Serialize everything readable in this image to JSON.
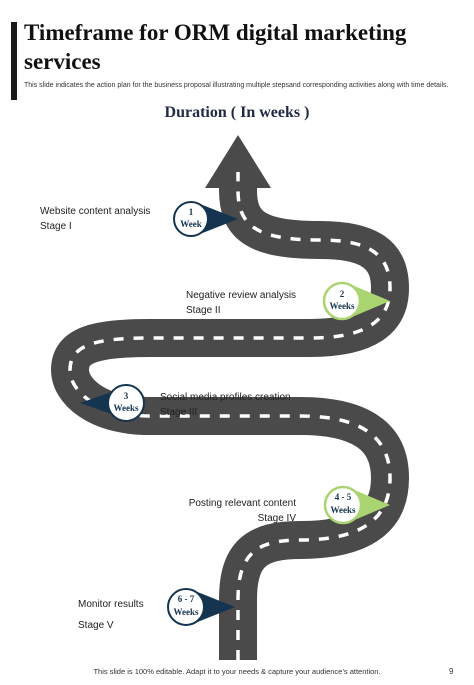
{
  "header": {
    "title": "Timeframe for ORM digital marketing services",
    "subtitle": "This slide indicates the action plan for the business proposal illustrating multiple stepsand corresponding activities along with time details."
  },
  "section_heading": "Duration ( In weeks )",
  "stages": [
    {
      "activity": "Website content analysis",
      "stage": "Stage I",
      "duration_line1": "1",
      "duration_line2": "Week",
      "marker_color": "#14344f"
    },
    {
      "activity": "Negative review analysis",
      "stage": "Stage II",
      "duration_line1": "2",
      "duration_line2": "Weeks",
      "marker_color": "#a9d46f"
    },
    {
      "activity": "Social media profiles creation",
      "stage": "Stage III",
      "duration_line1": "3",
      "duration_line2": "Weeks",
      "marker_color": "#14344f"
    },
    {
      "activity": "Posting relevant content",
      "stage": "Stage IV",
      "duration_line1": "4 - 5",
      "duration_line2": "Weeks",
      "marker_color": "#a9d46f"
    },
    {
      "activity": "Monitor results",
      "stage": "Stage V",
      "duration_line1": "6 - 7",
      "duration_line2": "Weeks",
      "marker_color": "#14344f"
    }
  ],
  "road_color": "#4a4a4a",
  "footer": {
    "note": "This slide is 100% editable. Adapt it to your needs & capture your audience’s attention.",
    "page_number": "9"
  }
}
